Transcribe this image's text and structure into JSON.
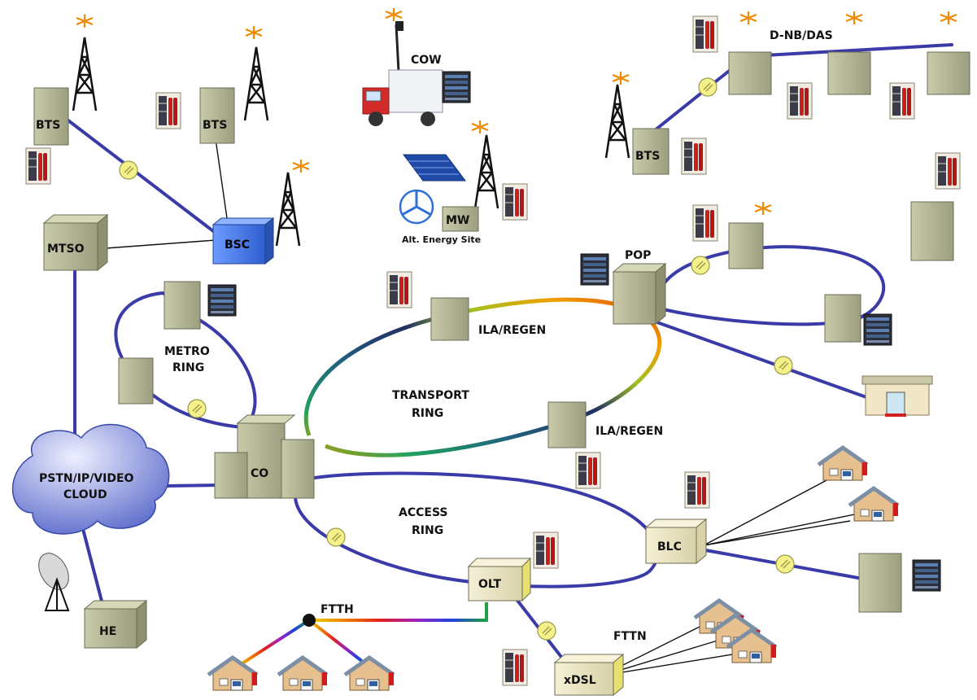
{
  "diagram": {
    "labels": {
      "bts_left": "BTS",
      "bts_mid": "BTS",
      "bts_right": "BTS",
      "bsc": "BSC",
      "mtso": "MTSO",
      "cow": "COW",
      "mw": "MW",
      "alt_energy": "Alt. Energy Site",
      "dnb_das": "D-NB/DAS",
      "pop": "POP",
      "metro_ring_1": "METRO",
      "metro_ring_2": "RING",
      "transport_ring_1": "TRANSPORT",
      "transport_ring_2": "RING",
      "ila_regen_top": "ILA/REGEN",
      "ila_regen_bottom": "ILA/REGEN",
      "co": "CO",
      "cloud_1": "PSTN/IP/VIDEO",
      "cloud_2": "CLOUD",
      "he": "HE",
      "access_ring_1": "ACCESS",
      "access_ring_2": "RING",
      "olt": "OLT",
      "blc": "BLC",
      "ftth": "FTTH",
      "fttn": "FTTN",
      "xdsl": "xDSL"
    },
    "colors": {
      "link": "#3a3aa8",
      "building": "#b5b79a",
      "bsc": "#4f7fe6",
      "cloud": "#9aa6df",
      "power_node": "#f4f08a"
    }
  }
}
